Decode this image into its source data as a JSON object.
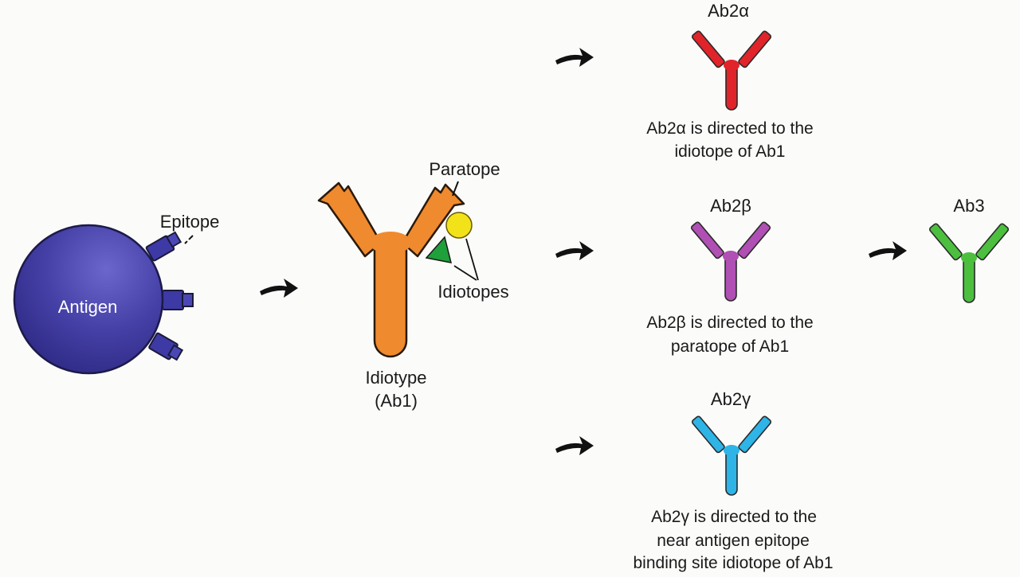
{
  "antigen": {
    "label": "Antigen",
    "epitope_label": "Epitope",
    "colors": {
      "body": "#3f3aa0",
      "highlight": "#5a55c4",
      "epitope": "#3d3aa5"
    }
  },
  "ab1": {
    "paratope_label": "Paratope",
    "idiotopes_label": "Idiotopes",
    "idiotype_label": "Idiotype",
    "ab1_label": "(Ab1)",
    "colors": {
      "body": "#f08a2e",
      "idiotope_yellow": "#f2e21a",
      "idiotope_green": "#1fa03a"
    }
  },
  "ab2_alpha": {
    "title": "Ab2α",
    "desc_line1": "Ab2α is directed to the",
    "desc_line2": "idiotope of Ab1",
    "color": "#e0242a"
  },
  "ab2_beta": {
    "title": "Ab2β",
    "desc_line1": "Ab2β is directed to the",
    "desc_line2": "paratope of Ab1",
    "color": "#b04fb4"
  },
  "ab2_gamma": {
    "title": "Ab2γ",
    "desc_line1": "Ab2γ is directed to the",
    "desc_line2": "near antigen epitope",
    "desc_line3": "binding site idiotope of Ab1",
    "color": "#2eb4e6"
  },
  "ab3": {
    "title": "Ab3",
    "color": "#4cbf3f"
  },
  "arrows": {
    "color": "#111111",
    "icon": "arrow-right-icon"
  }
}
